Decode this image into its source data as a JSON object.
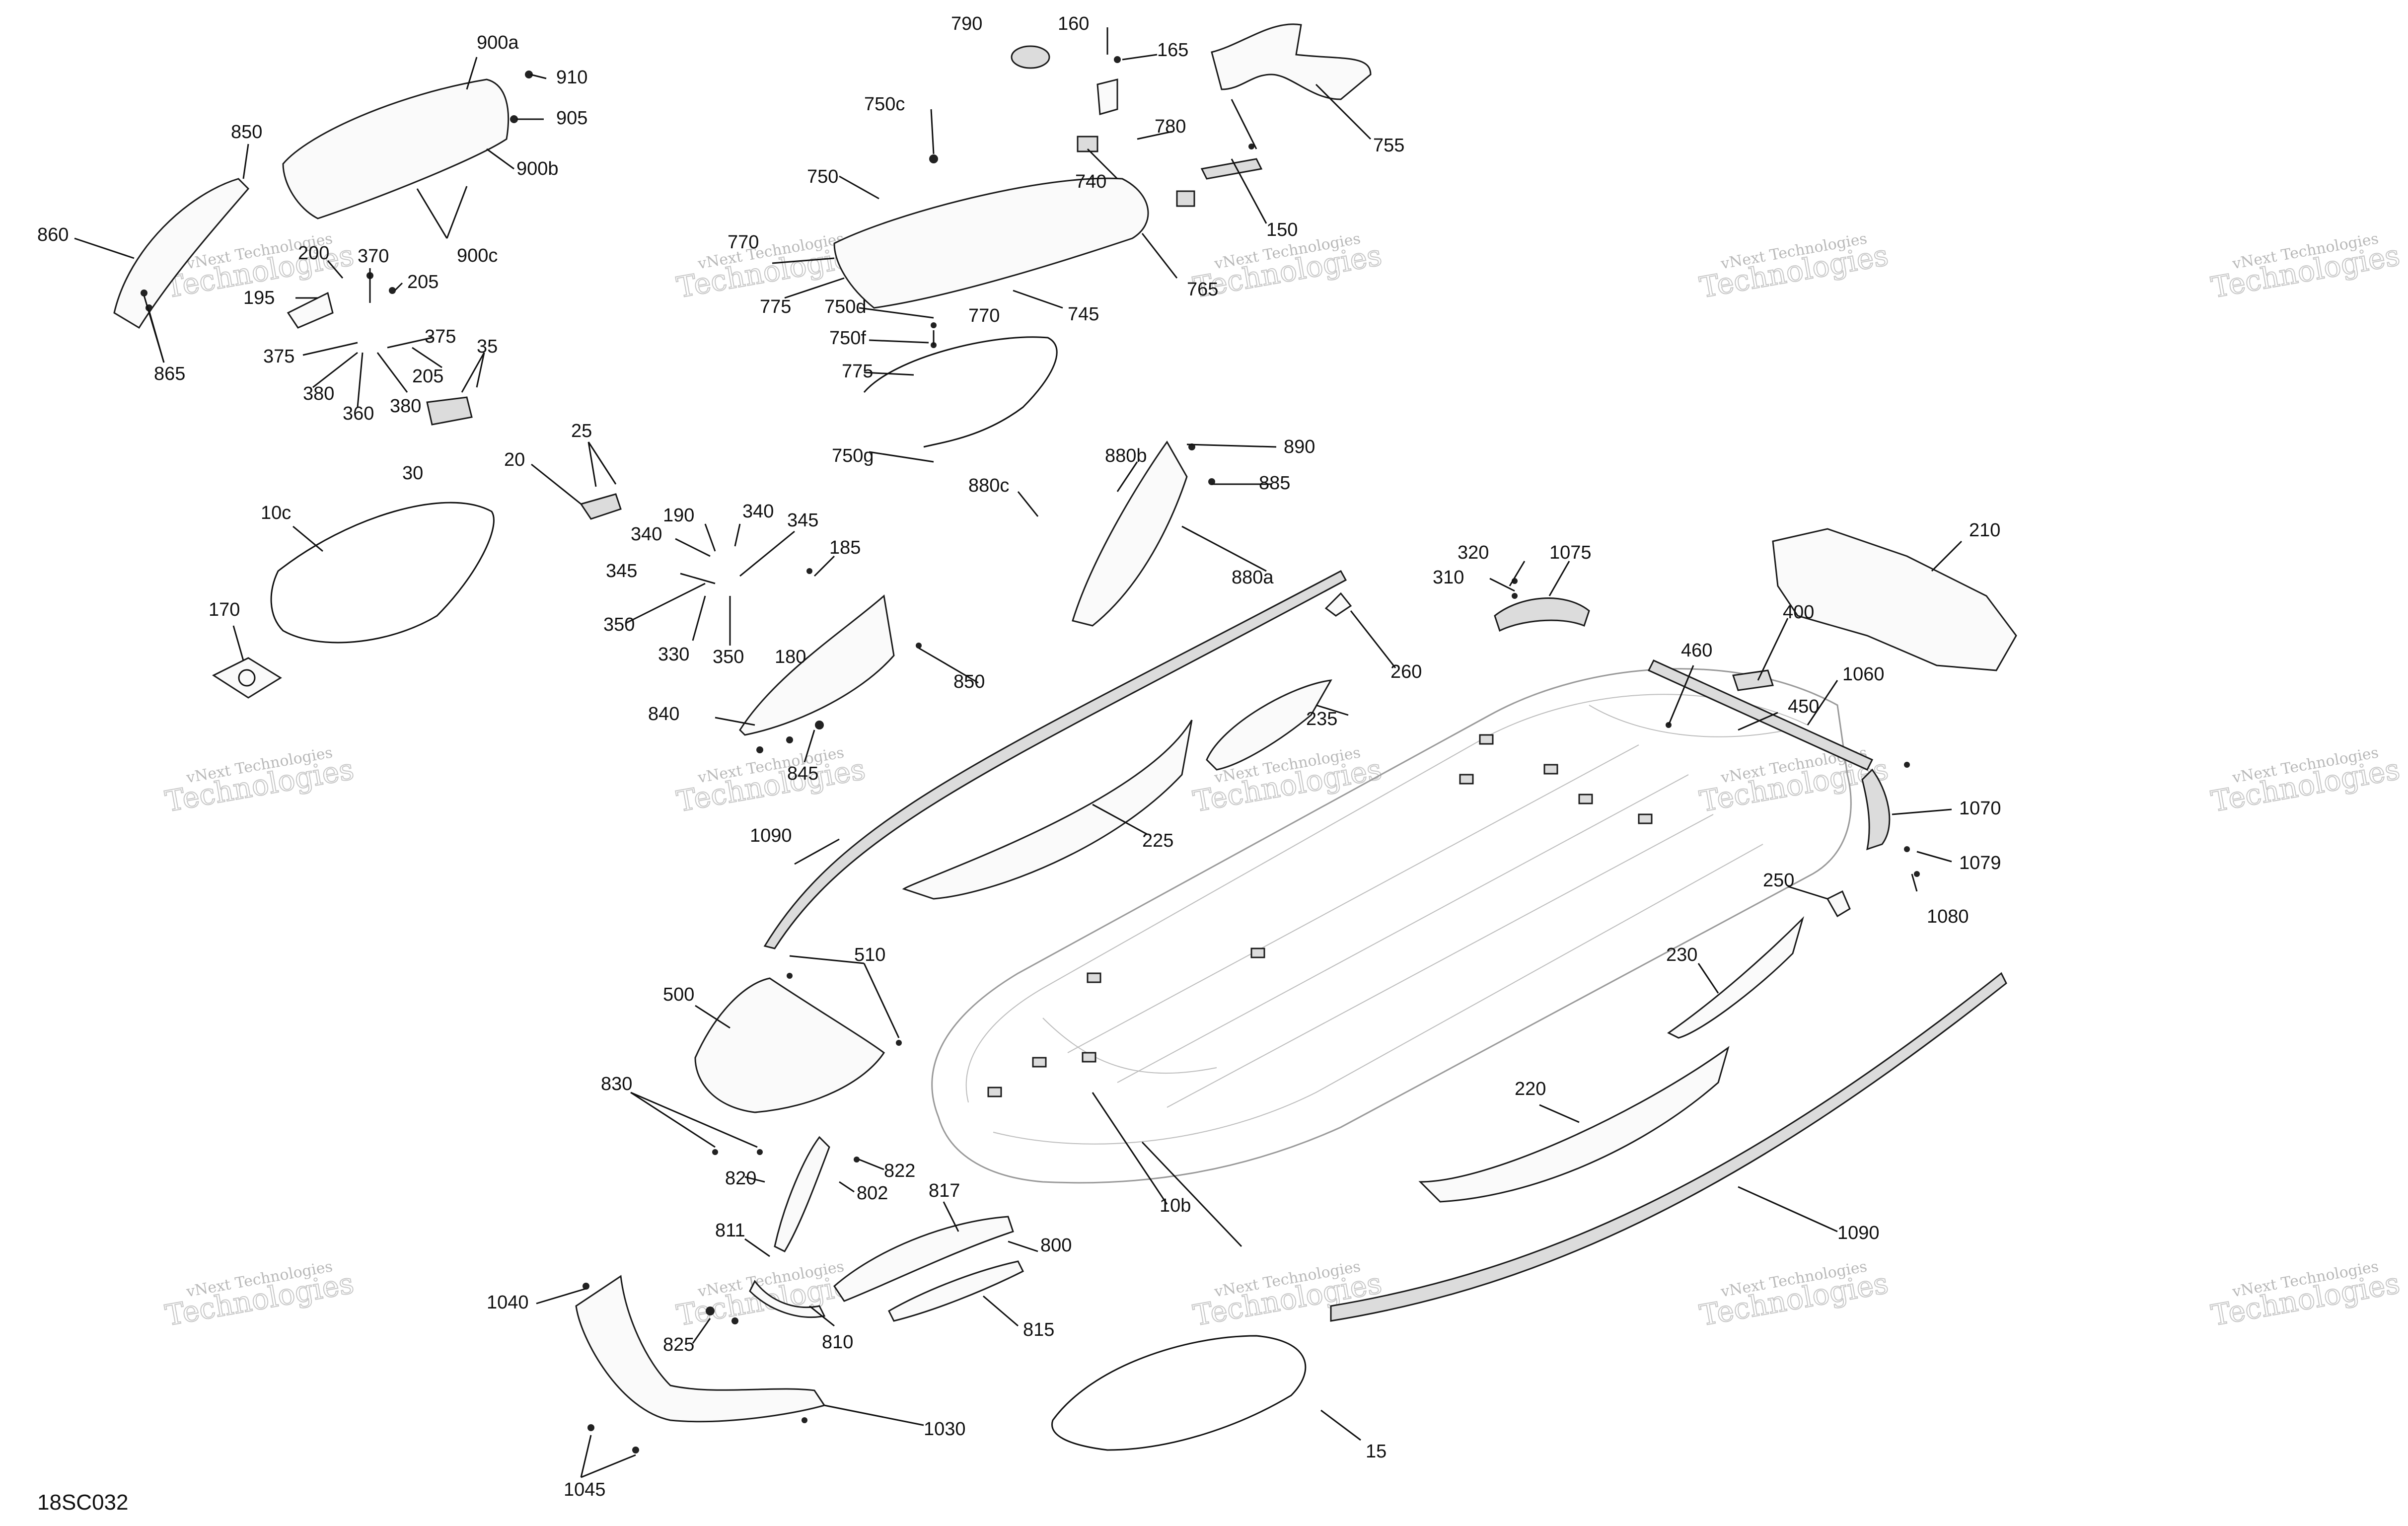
{
  "diagram": {
    "code": "18SC032",
    "watermark_line1": "vNext Technologies",
    "watermark_line2": "Technologies",
    "callouts": [
      "900a",
      "910",
      "905",
      "900b",
      "850",
      "860",
      "900c",
      "200",
      "370",
      "205",
      "195",
      "375",
      "375",
      "35",
      "380",
      "360",
      "380",
      "205",
      "30",
      "865",
      "790",
      "160",
      "165",
      "755",
      "750c",
      "780",
      "750",
      "740",
      "770",
      "150",
      "775",
      "750d",
      "745",
      "765",
      "750f",
      "770",
      "775",
      "750g",
      "25",
      "20",
      "190",
      "340",
      "340",
      "345",
      "345",
      "185",
      "350",
      "330",
      "350",
      "180",
      "850",
      "840",
      "845",
      "10c",
      "170",
      "880b",
      "890",
      "880c",
      "885",
      "880a",
      "320",
      "1075",
      "310",
      "210",
      "260",
      "400",
      "460",
      "235",
      "1060",
      "450",
      "1090",
      "225",
      "1070",
      "1079",
      "250",
      "1080",
      "500",
      "510",
      "230",
      "220",
      "830",
      "820",
      "822",
      "802",
      "817",
      "811",
      "800",
      "10b",
      "1090",
      "1040",
      "810",
      "815",
      "825",
      "1030",
      "15",
      "1045"
    ]
  }
}
